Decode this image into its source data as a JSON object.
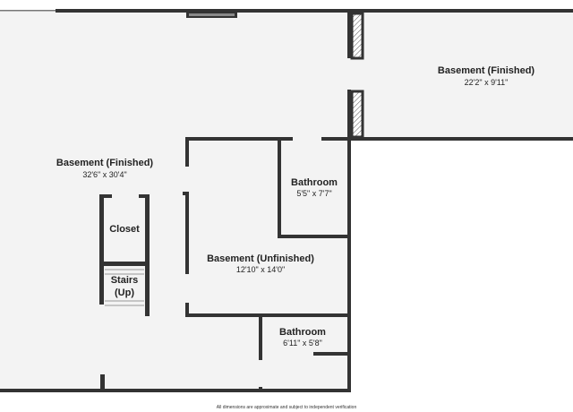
{
  "rooms": {
    "basement_finished_main": {
      "name": "Basement (Finished)",
      "dims": "32'6\" x 30'4\""
    },
    "basement_finished_right": {
      "name": "Basement (Finished)",
      "dims": "22'2\" x 9'11\""
    },
    "bathroom_upper": {
      "name": "Bathroom",
      "dims": "5'5\" x 7'7\""
    },
    "basement_unfinished": {
      "name": "Basement (Unfinished)",
      "dims": "12'10\" x 14'0\""
    },
    "bathroom_lower": {
      "name": "Bathroom",
      "dims": "6'11\" x 5'8\""
    },
    "closet": {
      "name": "Closet"
    },
    "stairs": {
      "line1": "Stairs",
      "line2": "(Up)"
    }
  },
  "footer": {
    "disclaimer": "All dimensions are approximate and subject to independent verification"
  },
  "colors": {
    "wall": "#333333",
    "floor": "#f3f3f3",
    "background": "#ffffff"
  }
}
